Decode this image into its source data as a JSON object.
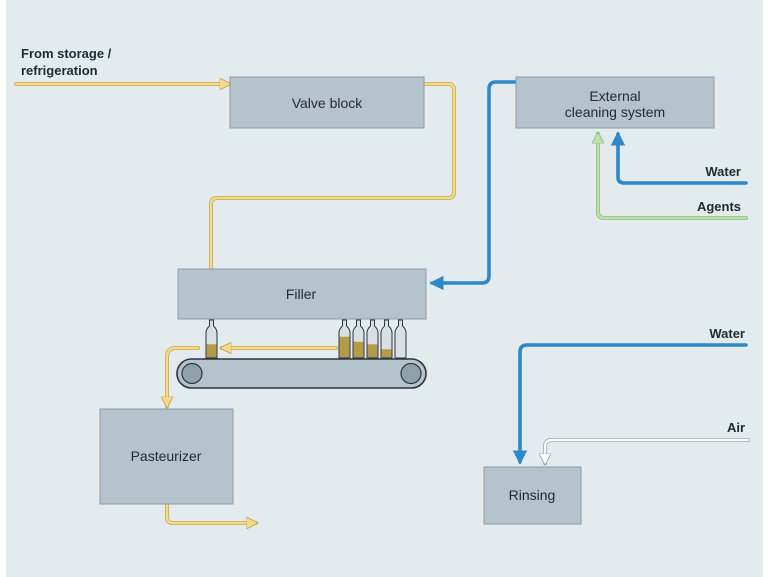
{
  "source": {
    "line1": "From storage /",
    "line2": "refrigeration"
  },
  "boxes": {
    "valve_block": "Valve block",
    "external_cleaning": {
      "line1": "External",
      "line2": "cleaning system"
    },
    "filler": "Filler",
    "pasteurizer": "Pasteurizer",
    "rinsing": "Rinsing"
  },
  "inputs": {
    "cleaning_water": "Water",
    "cleaning_agents": "Agents",
    "rinsing_water": "Water",
    "rinsing_air": "Air"
  },
  "colors": {
    "background": "#e4ebef",
    "box_fill": "#b5c4cc",
    "box_stroke": "#8a9aa3",
    "product_line": "#f2da92",
    "water_line": "#2f88c8",
    "agents_line": "#bfe0b0",
    "air_line": "#ffffff",
    "bottle_fill": "#b59a4a"
  }
}
